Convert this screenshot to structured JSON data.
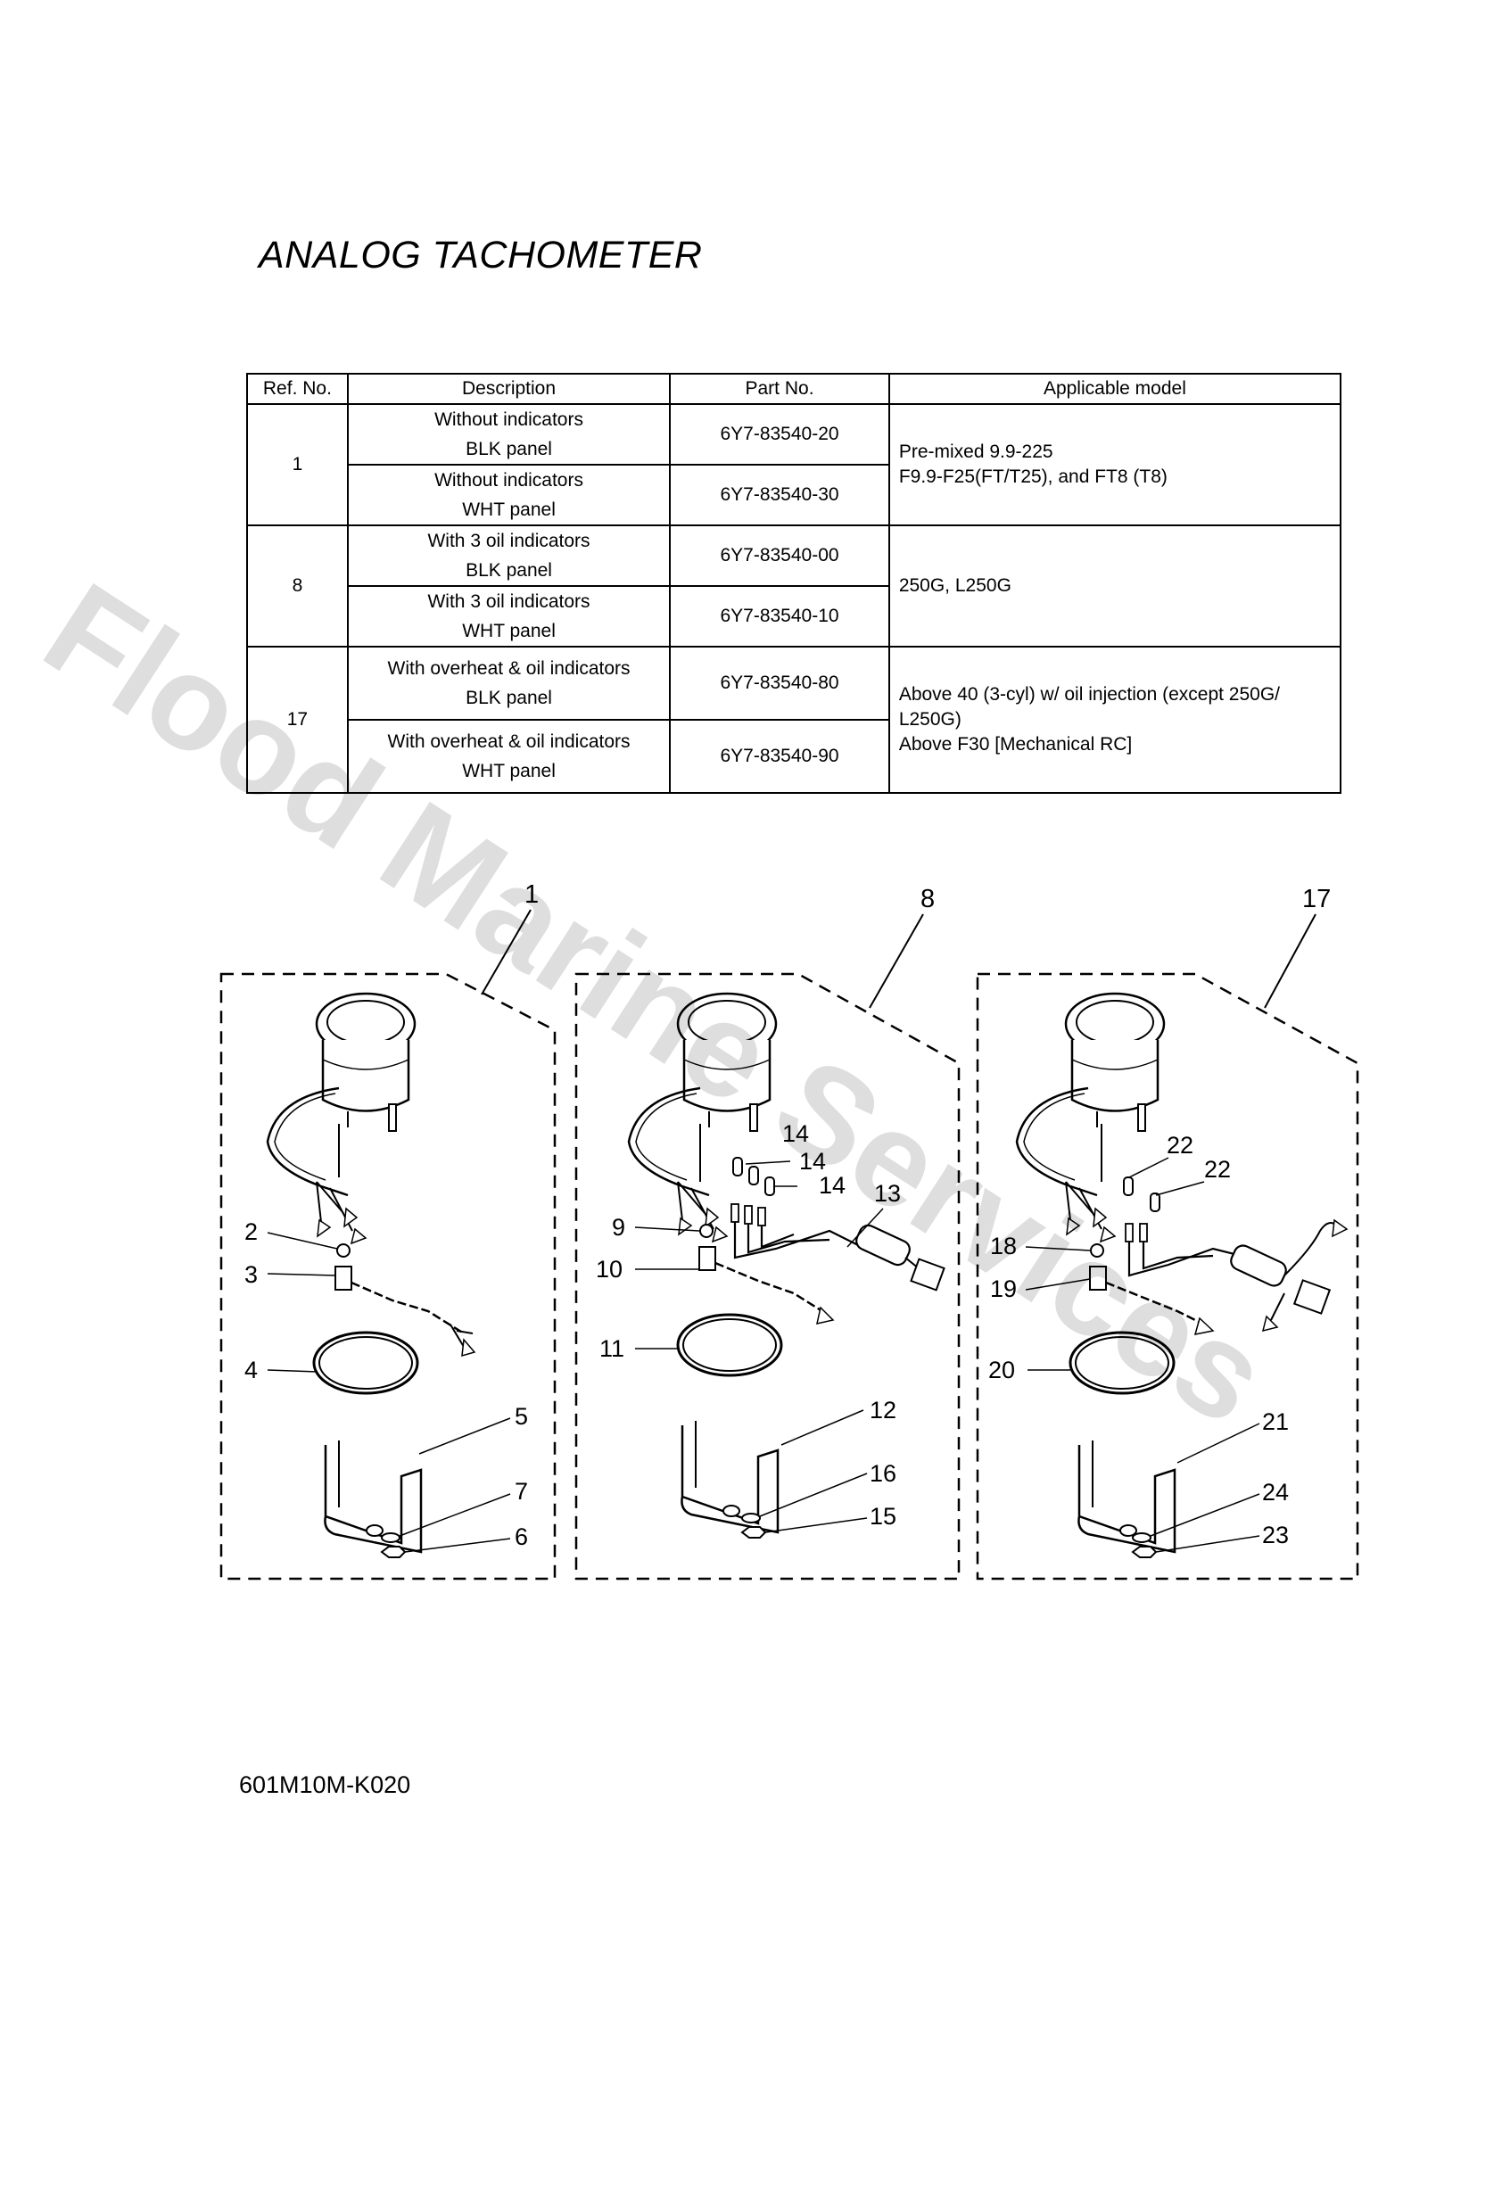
{
  "title": "ANALOG TACHOMETER",
  "table": {
    "headers": [
      "Ref. No.",
      "Description",
      "Part No.",
      "Applicable model"
    ],
    "groups": [
      {
        "ref": "1",
        "rows": [
          {
            "desc1": "Without indicators",
            "desc2": "BLK panel",
            "part": "6Y7-83540-20"
          },
          {
            "desc1": "Without indicators",
            "desc2": "WHT panel",
            "part": "6Y7-83540-30"
          }
        ],
        "model_lines": [
          "Pre-mixed 9.9-225",
          "F9.9-F25(FT/T25), and FT8 (T8)"
        ]
      },
      {
        "ref": "8",
        "rows": [
          {
            "desc1": "With 3 oil indicators",
            "desc2": "BLK panel",
            "part": "6Y7-83540-00"
          },
          {
            "desc1": "With 3 oil indicators",
            "desc2": "WHT panel",
            "part": "6Y7-83540-10"
          }
        ],
        "model_lines": [
          "250G, L250G"
        ]
      },
      {
        "ref": "17",
        "rows": [
          {
            "desc1": "With overheat & oil indicators",
            "desc2": "BLK panel",
            "part": "6Y7-83540-80"
          },
          {
            "desc1": "With overheat & oil indicators",
            "desc2": "WHT panel",
            "part": "6Y7-83540-90"
          }
        ],
        "model_lines": [
          "Above 40 (3-cyl) w/ oil injection (except 250G/",
          "L250G)",
          "Above F30 [Mechanical RC]"
        ]
      }
    ]
  },
  "watermark": "Flood Marine Services",
  "diagram": {
    "group_labels": [
      "1",
      "8",
      "17"
    ],
    "callouts_left": [
      "2",
      "3",
      "4",
      "5",
      "7",
      "6"
    ],
    "callouts_mid": [
      "14",
      "14",
      "14",
      "13",
      "9",
      "10",
      "11",
      "12",
      "16",
      "15"
    ],
    "callouts_right": [
      "22",
      "22",
      "18",
      "19",
      "20",
      "21",
      "24",
      "23"
    ]
  },
  "figure_code": "601M10M-K020"
}
